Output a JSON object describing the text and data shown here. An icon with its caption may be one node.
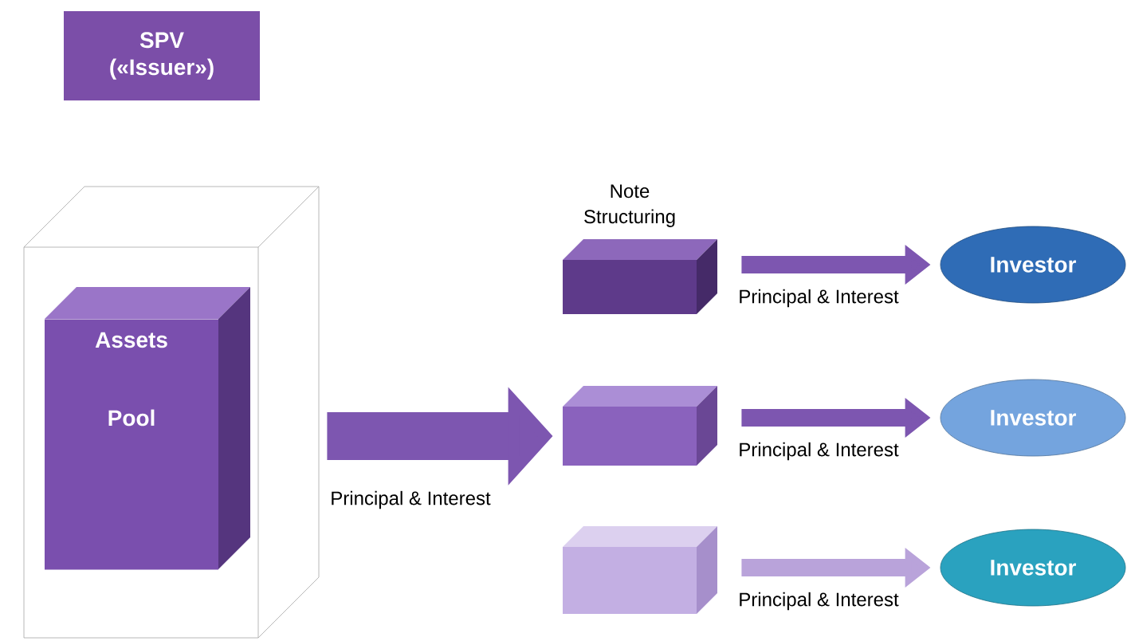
{
  "diagram": {
    "nodes": [
      {
        "text": [
          "SPV («Issuer»)"
        ]
      },
      {
        "text": [],
        "shape": "box"
      },
      {
        "text": [
          "Assets Pool"
        ],
        "in": 1
      },
      {
        "text": [
          "Note Structuring"
        ]
      },
      {
        "text": [],
        "shape": "box"
      },
      {
        "text": [],
        "shape": "box"
      },
      {
        "text": [
          "Investor"
        ]
      },
      {
        "text": [
          "Investor"
        ]
      },
      {
        "text": [
          "Investor"
        ]
      }
    ],
    "edges": [
      {
        "from": 1,
        "to": 4,
        "arrow": "to",
        "label": "Principal & Interest",
        "style": "thick"
      },
      {
        "from": 3,
        "to": 6,
        "arrow": "to",
        "label": "Principal & Interest"
      },
      {
        "from": 4,
        "to": 7,
        "arrow": "to",
        "label": "Principal & Interest"
      },
      {
        "from": 5,
        "to": 8,
        "arrow": "to",
        "label": "Principal & Interest",
        "color": "#b9a3da"
      }
    ]
  }
}
